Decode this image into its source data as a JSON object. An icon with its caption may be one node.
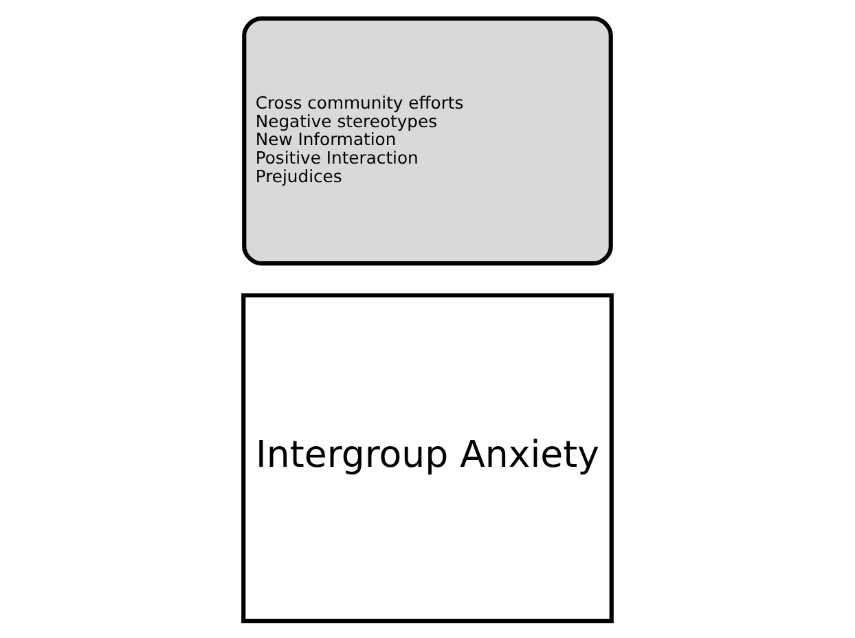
{
  "diagram": {
    "nodes": [
      {
        "text": [
          "Intergroup Anxiety"
        ]
      },
      {
        "text": [
          "Cross community efforts",
          "Negative stereotypes",
          "New Information",
          "Positive Interaction",
          "Prejudices"
        ]
      }
    ],
    "edges": []
  }
}
